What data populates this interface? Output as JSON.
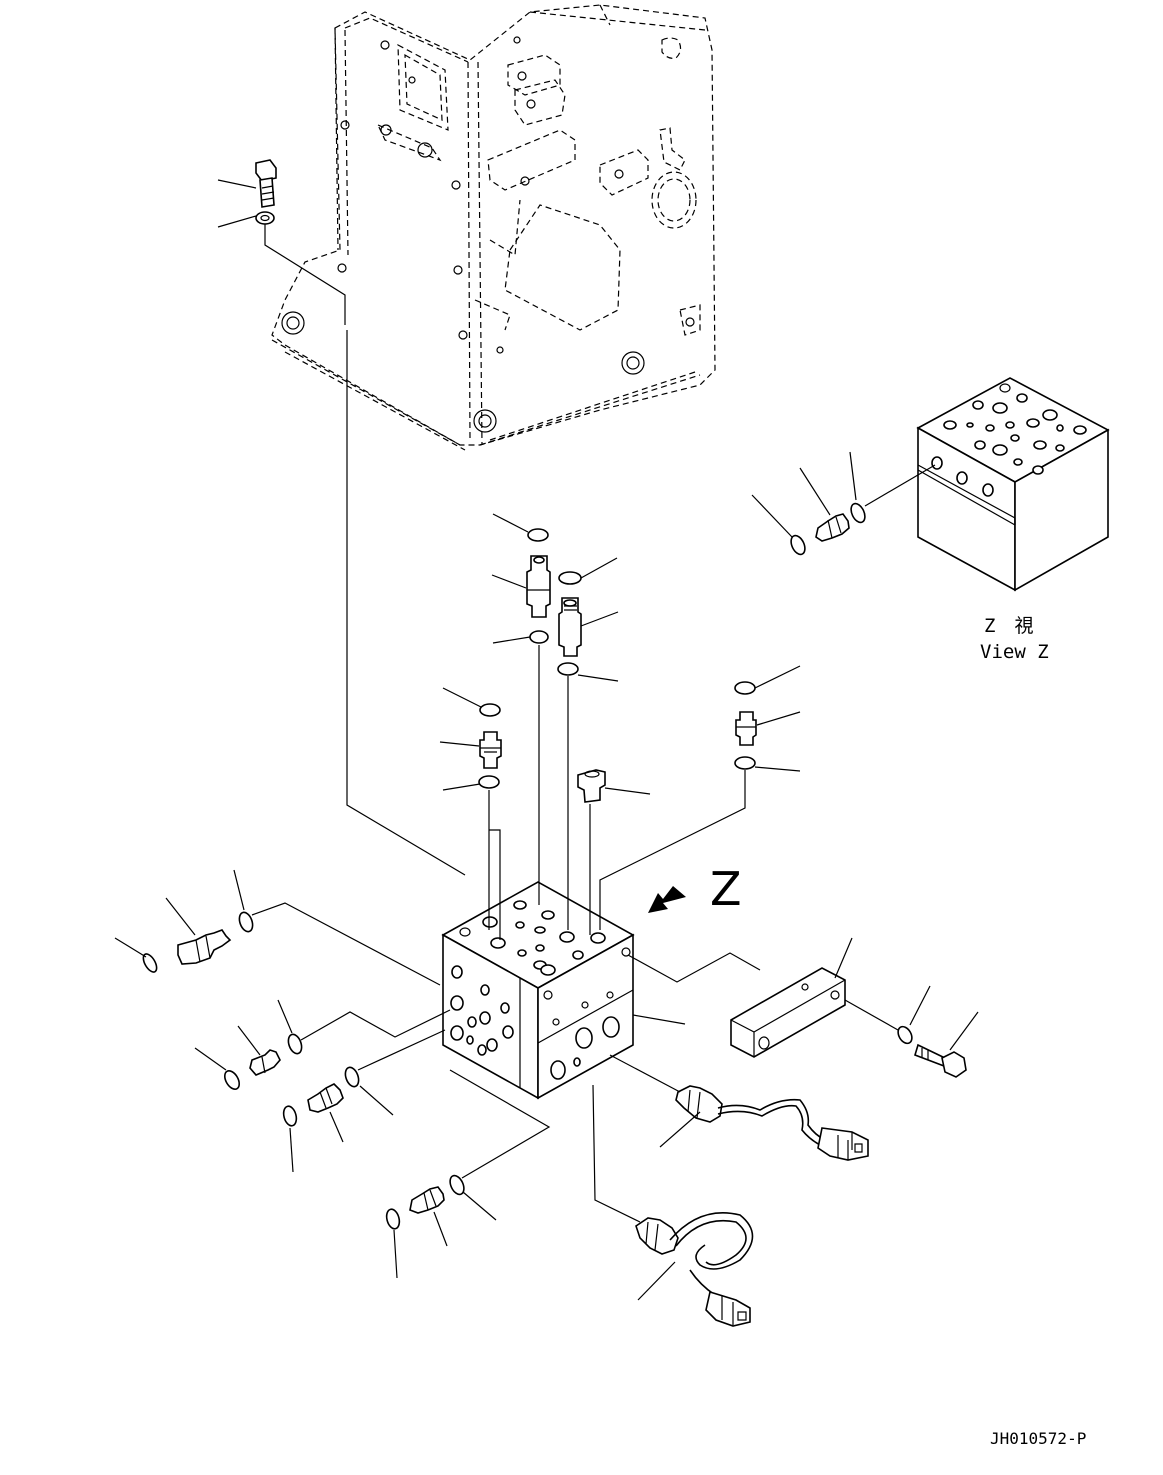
{
  "drawing": {
    "view_label_jp": "Z　視",
    "view_label_en": "View Z",
    "arrow_label": "Z",
    "drawing_number": "JH010572-P"
  }
}
